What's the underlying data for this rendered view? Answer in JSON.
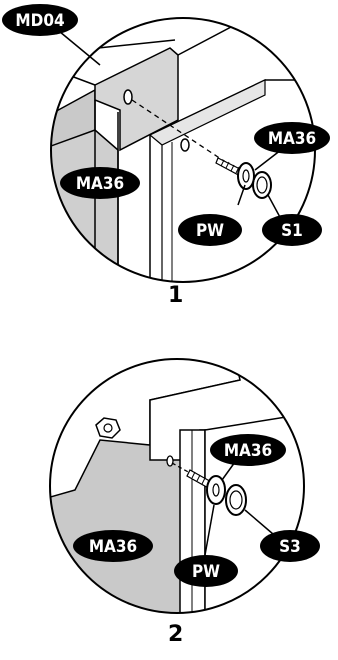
{
  "steps": [
    {
      "number": "1",
      "labels": {
        "tl": "MD04",
        "left": "MA36",
        "right": "MA36",
        "pw": "PW",
        "s": "S1"
      }
    },
    {
      "number": "2",
      "labels": {
        "right": "MA36",
        "left": "MA36",
        "pw": "PW",
        "s": "S3"
      }
    }
  ]
}
